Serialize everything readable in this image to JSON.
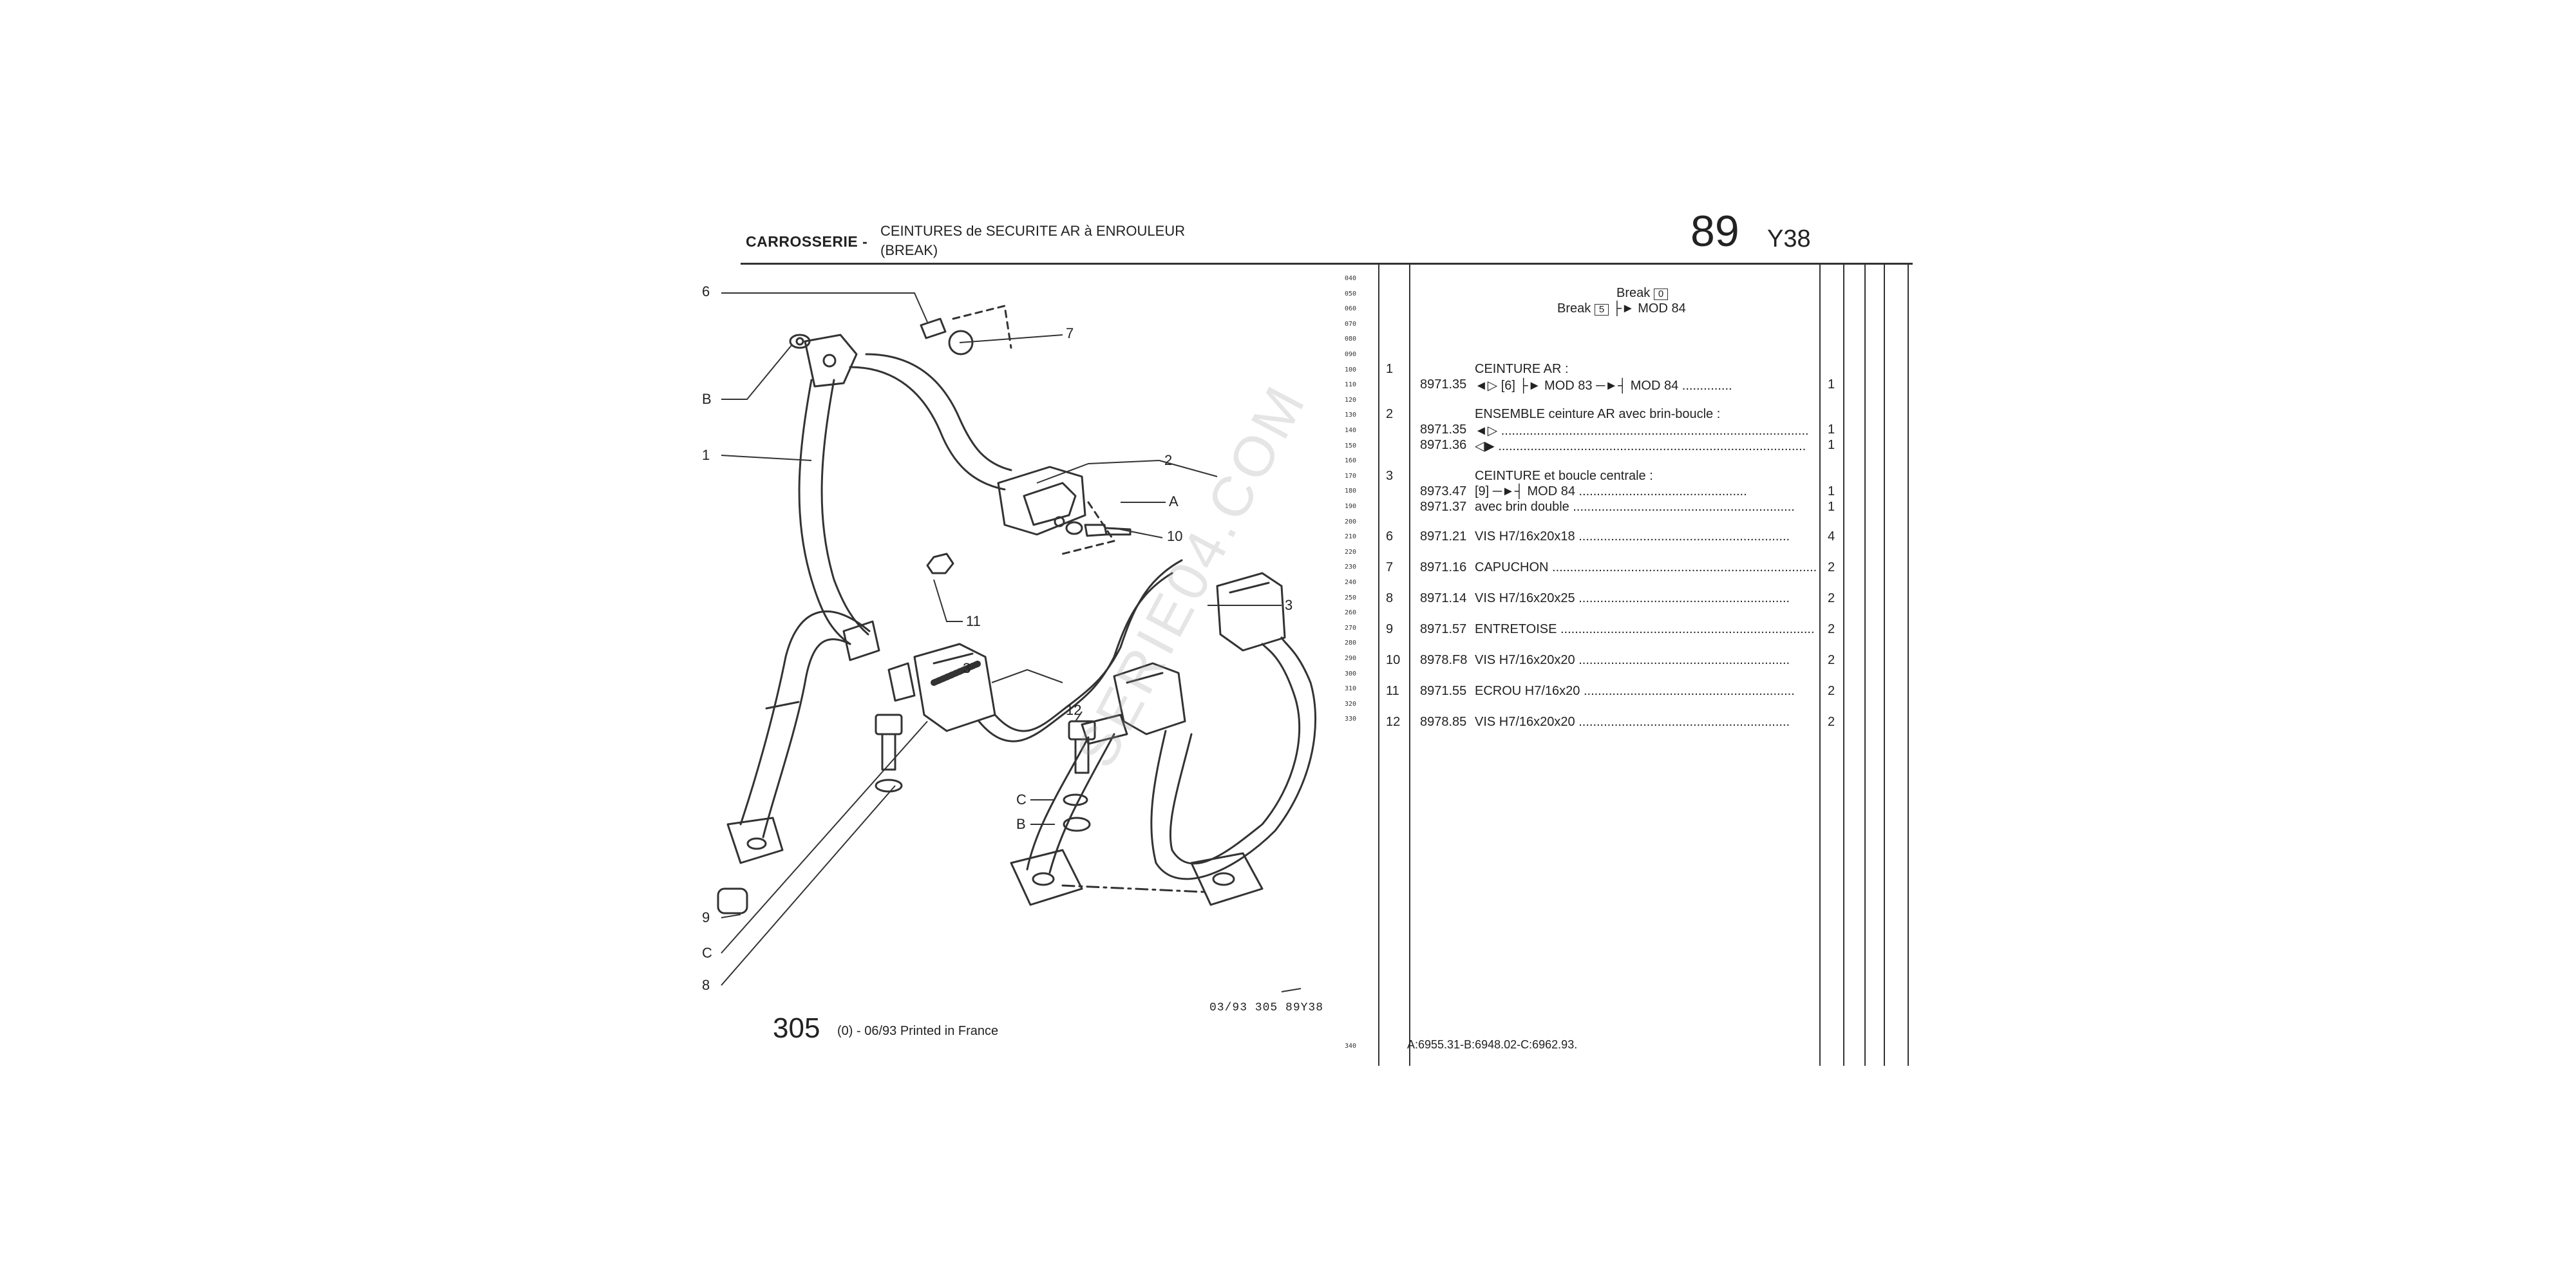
{
  "header": {
    "section": "CARROSSERIE -",
    "title_line1": "CEINTURES de SECURITE AR à ENROULEUR",
    "title_line2": "(BREAK)",
    "page_number": "89",
    "page_code": "Y38"
  },
  "row_numbers": [
    "040",
    "050",
    "060",
    "070",
    "080",
    "090",
    "100",
    "110",
    "120",
    "130",
    "140",
    "150",
    "160",
    "170",
    "180",
    "190",
    "200",
    "210",
    "220",
    "230",
    "240",
    "250",
    "260",
    "270",
    "280",
    "290",
    "300",
    "310",
    "320",
    "330"
  ],
  "row_number_end": "340",
  "applicability": {
    "line1_text": "Break",
    "line1_box": "0",
    "line2_text": "Break",
    "line2_box": "5",
    "line2_suffix": "MOD 84"
  },
  "parts": [
    {
      "item": "1",
      "ref": "",
      "desc": "CEINTURE AR :",
      "qty": ""
    },
    {
      "item": "",
      "ref": "8971.35",
      "desc": "◄▷ [6] ├► MOD 83 ─►┤ MOD 84 ..............",
      "qty": "1"
    },
    {
      "item": "2",
      "ref": "",
      "desc": "ENSEMBLE ceinture AR avec brin-boucle :",
      "qty": ""
    },
    {
      "item": "",
      "ref": "8971.35",
      "desc": "◄▷ ......................................................................................",
      "qty": "1"
    },
    {
      "item": "",
      "ref": "8971.36",
      "desc": "◁▶ ......................................................................................",
      "qty": "1"
    },
    {
      "item": "3",
      "ref": "",
      "desc": "CEINTURE et boucle centrale :",
      "qty": ""
    },
    {
      "item": "",
      "ref": "8973.47",
      "desc": "[9] ─►┤ MOD 84 ...............................................",
      "qty": "1"
    },
    {
      "item": "",
      "ref": "8971.37",
      "desc": "avec brin double ..............................................................",
      "qty": "1"
    },
    {
      "item": "6",
      "ref": "8971.21",
      "desc": "VIS H7/16x20x18 ...........................................................",
      "qty": "4"
    },
    {
      "item": "7",
      "ref": "8971.16",
      "desc": "CAPUCHON ..........................................................................",
      "qty": "2"
    },
    {
      "item": "8",
      "ref": "8971.14",
      "desc": "VIS H7/16x20x25 ...........................................................",
      "qty": "2"
    },
    {
      "item": "9",
      "ref": "8971.57",
      "desc": "ENTRETOISE .......................................................................",
      "qty": "2"
    },
    {
      "item": "10",
      "ref": "8978.F8",
      "desc": "VIS H7/16x20x20 ...........................................................",
      "qty": "2"
    },
    {
      "item": "11",
      "ref": "8971.55",
      "desc": "ECROU H7/16x20 ...........................................................",
      "qty": "2"
    },
    {
      "item": "12",
      "ref": "8978.85",
      "desc": "VIS H7/16x20x20 ...........................................................",
      "qty": "2"
    }
  ],
  "diagram_labels": {
    "l6": "6",
    "l7": "7",
    "lB": "B",
    "l1": "1",
    "l2": "2",
    "lA": "A",
    "l10": "10",
    "l11": "11",
    "l3a": "3",
    "l3b": "3",
    "l12": "12",
    "lC2": "C",
    "lB2": "B",
    "l9": "9",
    "lC": "C",
    "l8": "8"
  },
  "footer": {
    "code": "03/93 305 89Y38",
    "model": "305",
    "suffix": "(0) - 06/93 Printed in France",
    "footnote": "A:6955.31-B:6948.02-C:6962.93."
  },
  "watermark": "SERIE04.COM"
}
